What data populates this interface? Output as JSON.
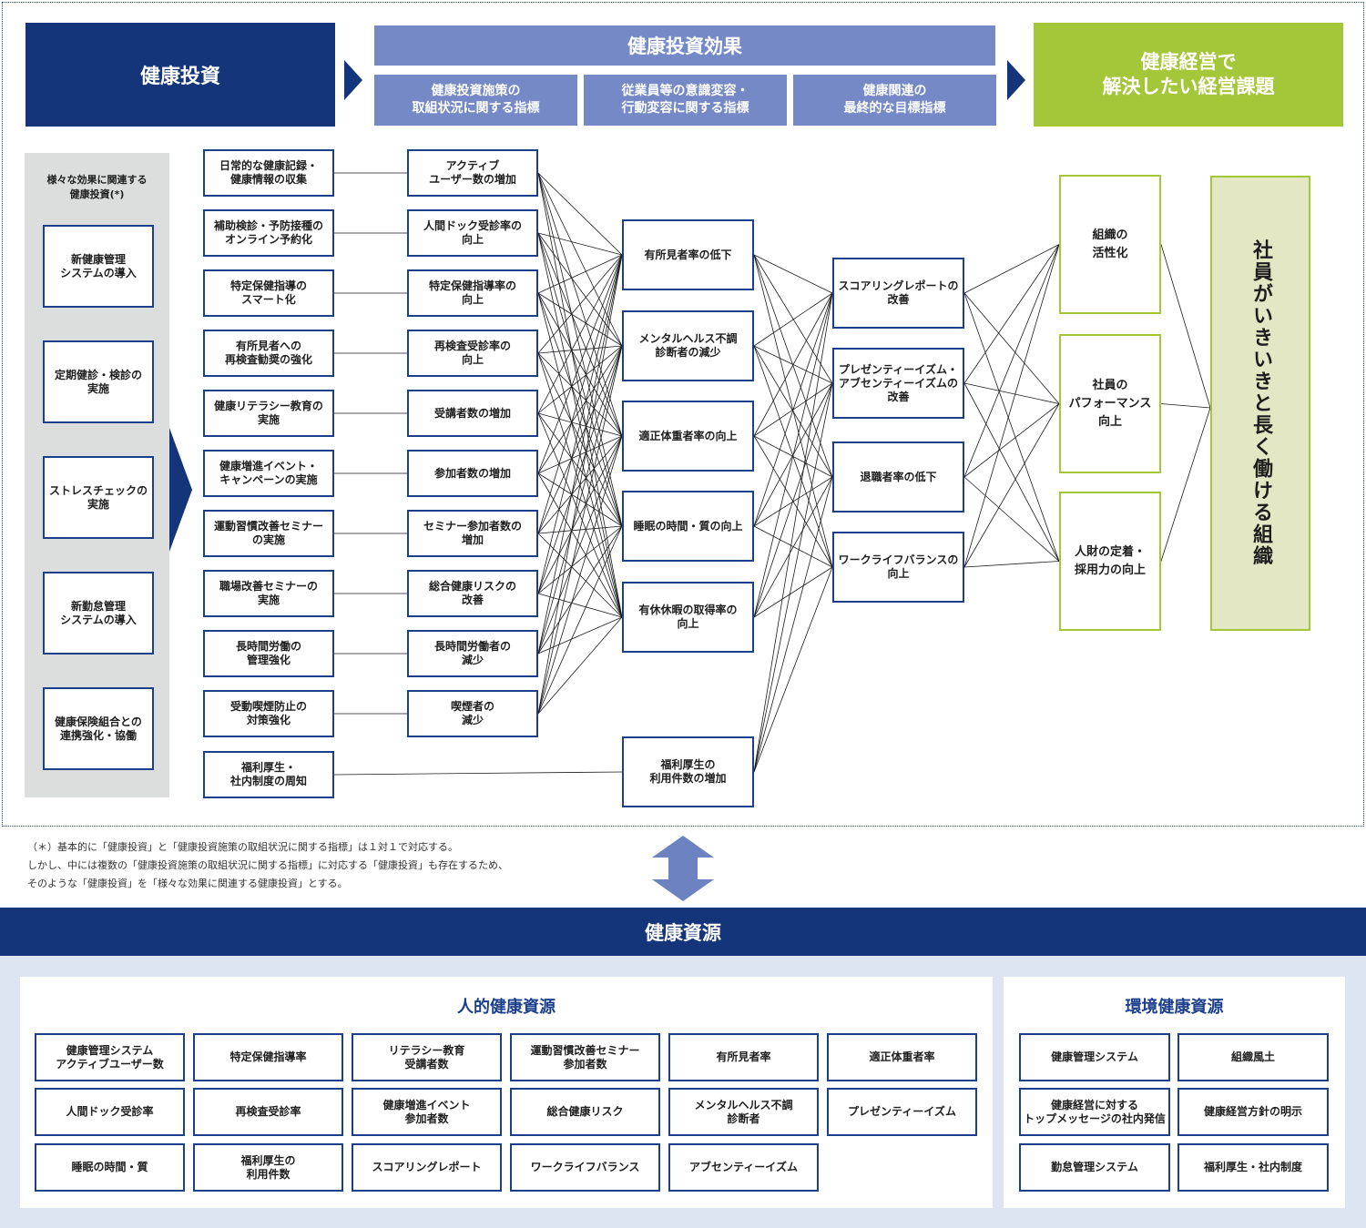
{
  "header": {
    "invest": "健康投資",
    "effect": "健康投資効果",
    "sub_1": "健康投資施策の\n取組状況に関する指標",
    "sub_2": "従業員等の意識変容・\n行動変容に関する指標",
    "sub_3": "健康関連の\n最終的な目標指標",
    "goal": "健康経営で\n解決したい経営課題"
  },
  "left_panel": {
    "title": "様々な効果に関連する\n健康投資(*)",
    "items": [
      "新健康管理\nシステムの導入",
      "定期健診・検診の\n実施",
      "ストレスチェックの\n実施",
      "新勤怠管理\nシステムの導入",
      "健康保険組合との\n連携強化・協働"
    ]
  },
  "investments": [
    "日常的な健康記録・\n健康情報の収集",
    "補助検診・予防接種の\nオンライン予約化",
    "特定保健指導の\nスマート化",
    "有所見者への\n再検査勧奨の強化",
    "健康リテラシー教育の\n実施",
    "健康増進イベント・\nキャンペーンの実施",
    "運動習慣改善セミナー\nの実施",
    "職場改善セミナーの\n実施",
    "長時間労働の\n管理強化",
    "受動喫煙防止の\n対策強化",
    "福利厚生・\n社内制度の周知"
  ],
  "indicators": [
    "アクティブ\nユーザー数の増加",
    "人間ドック受診率の\n向上",
    "特定保健指導率の\n向上",
    "再検査受診率の\n向上",
    "受講者数の増加",
    "参加者数の増加",
    "セミナー参加者数の\n増加",
    "総合健康リスクの\n改善",
    "長時間労働者の\n減少",
    "喫煙者の\n減少"
  ],
  "behaviors": [
    "有所見者率の低下",
    "メンタルヘルス不調\n診断者の減少",
    "適正体重者率の向上",
    "睡眠の時間・質の向上",
    "有休休暇の取得率の\n向上",
    "福利厚生の\n利用件数の増加"
  ],
  "goals": [
    "スコアリングレポートの\n改善",
    "プレゼンティーイズム・\nアブセンティーイズムの\n改善",
    "退職者率の低下",
    "ワークライフバランスの\n向上"
  ],
  "issues": [
    "組織の\n活性化",
    "社員の\nパフォーマンス\n向上",
    "人財の定着・\n採用力の向上"
  ],
  "final": "社員がいきいきと長く働ける組織",
  "note": "（＊）基本的に「健康投資」と「健康投資施策の取組状況に関する指標」は１対１で対応する。\nしかし、中には複数の「健康投資施策の取組状況に関する指標」に対応する「健康投資」も存在するため、\nそのような「健康投資」を「様々な効果に関連する健康投資」とする。",
  "resources": {
    "band": "健康資源",
    "human_title": "人的健康資源",
    "human": [
      "健康管理システム\nアクティブユーザー数",
      "特定保健指導率",
      "リテラシー教育\n受講者数",
      "運動習慣改善セミナー\n参加者数",
      "有所見者率",
      "適正体重者率",
      "人間ドック受診率",
      "再検査受診率",
      "健康増進イベント\n参加者数",
      "総合健康リスク",
      "メンタルヘルス不調\n診断者",
      "プレゼンティーイズム",
      "睡眠の時間・質",
      "福利厚生の\n利用件数",
      "スコアリングレポート",
      "ワークライフバランス",
      "アブセンティーイズム"
    ],
    "env_title": "環境健康資源",
    "env": [
      "健康管理システム",
      "組織風土",
      "健康経営に対する\nトップメッセージの社内発信",
      "健康経営方針の明示",
      "勤怠管理システム",
      "福利厚生・社内制度"
    ]
  },
  "colors": {
    "navy": "#14357a",
    "mid_blue": "#7489c6",
    "green": "#a4c639",
    "grey": "#dcdddd",
    "final_bg": "#e3e7c4",
    "res_bg": "#dde4f2"
  }
}
